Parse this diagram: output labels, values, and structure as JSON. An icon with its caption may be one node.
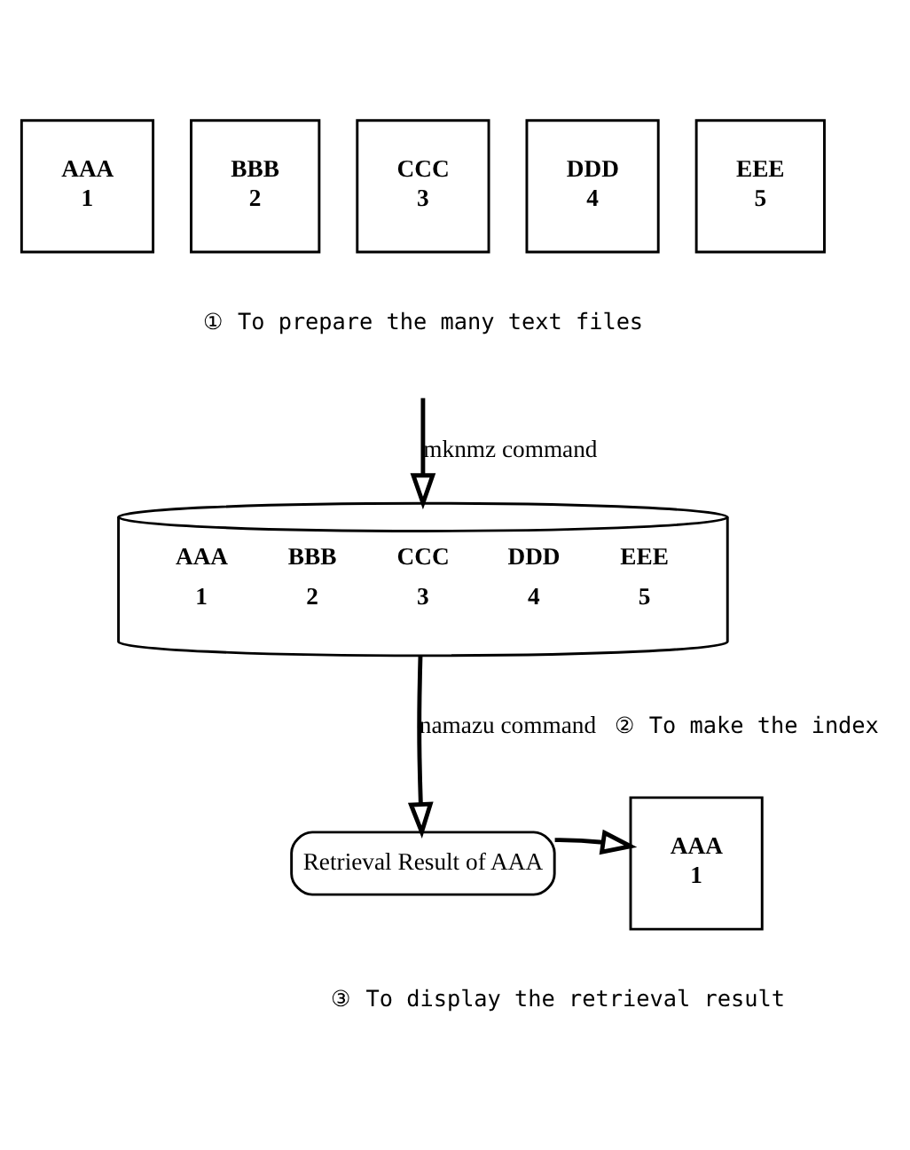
{
  "diagram": {
    "nodes": [
      {
        "text": [
          "AAA",
          "1"
        ]
      },
      {
        "text": [
          "BBB",
          "2"
        ]
      },
      {
        "text": [
          "CCC",
          "3"
        ]
      },
      {
        "text": [
          "DDD",
          "4"
        ]
      },
      {
        "text": [
          "EEE",
          "5"
        ]
      },
      {
        "text": [
          "AAA",
          "BBB",
          "CCC",
          "DDD",
          "EEE",
          "1",
          "2",
          "3",
          "4",
          "5"
        ]
      },
      {
        "text": [
          "Retrieval Result of AAA"
        ]
      },
      {
        "text": [
          "AAA",
          "1"
        ]
      }
    ],
    "edges": [
      {
        "from": null,
        "to": 5,
        "arrow": "to",
        "label": "mknmz command"
      },
      {
        "from": 5,
        "to": 6,
        "arrow": "to",
        "label": "namazu command"
      },
      {
        "from": 6,
        "to": 7,
        "arrow": "to"
      }
    ],
    "labels": [
      "① To prepare the many text files",
      "② To make the index",
      "③ To display the retrieval result"
    ]
  }
}
